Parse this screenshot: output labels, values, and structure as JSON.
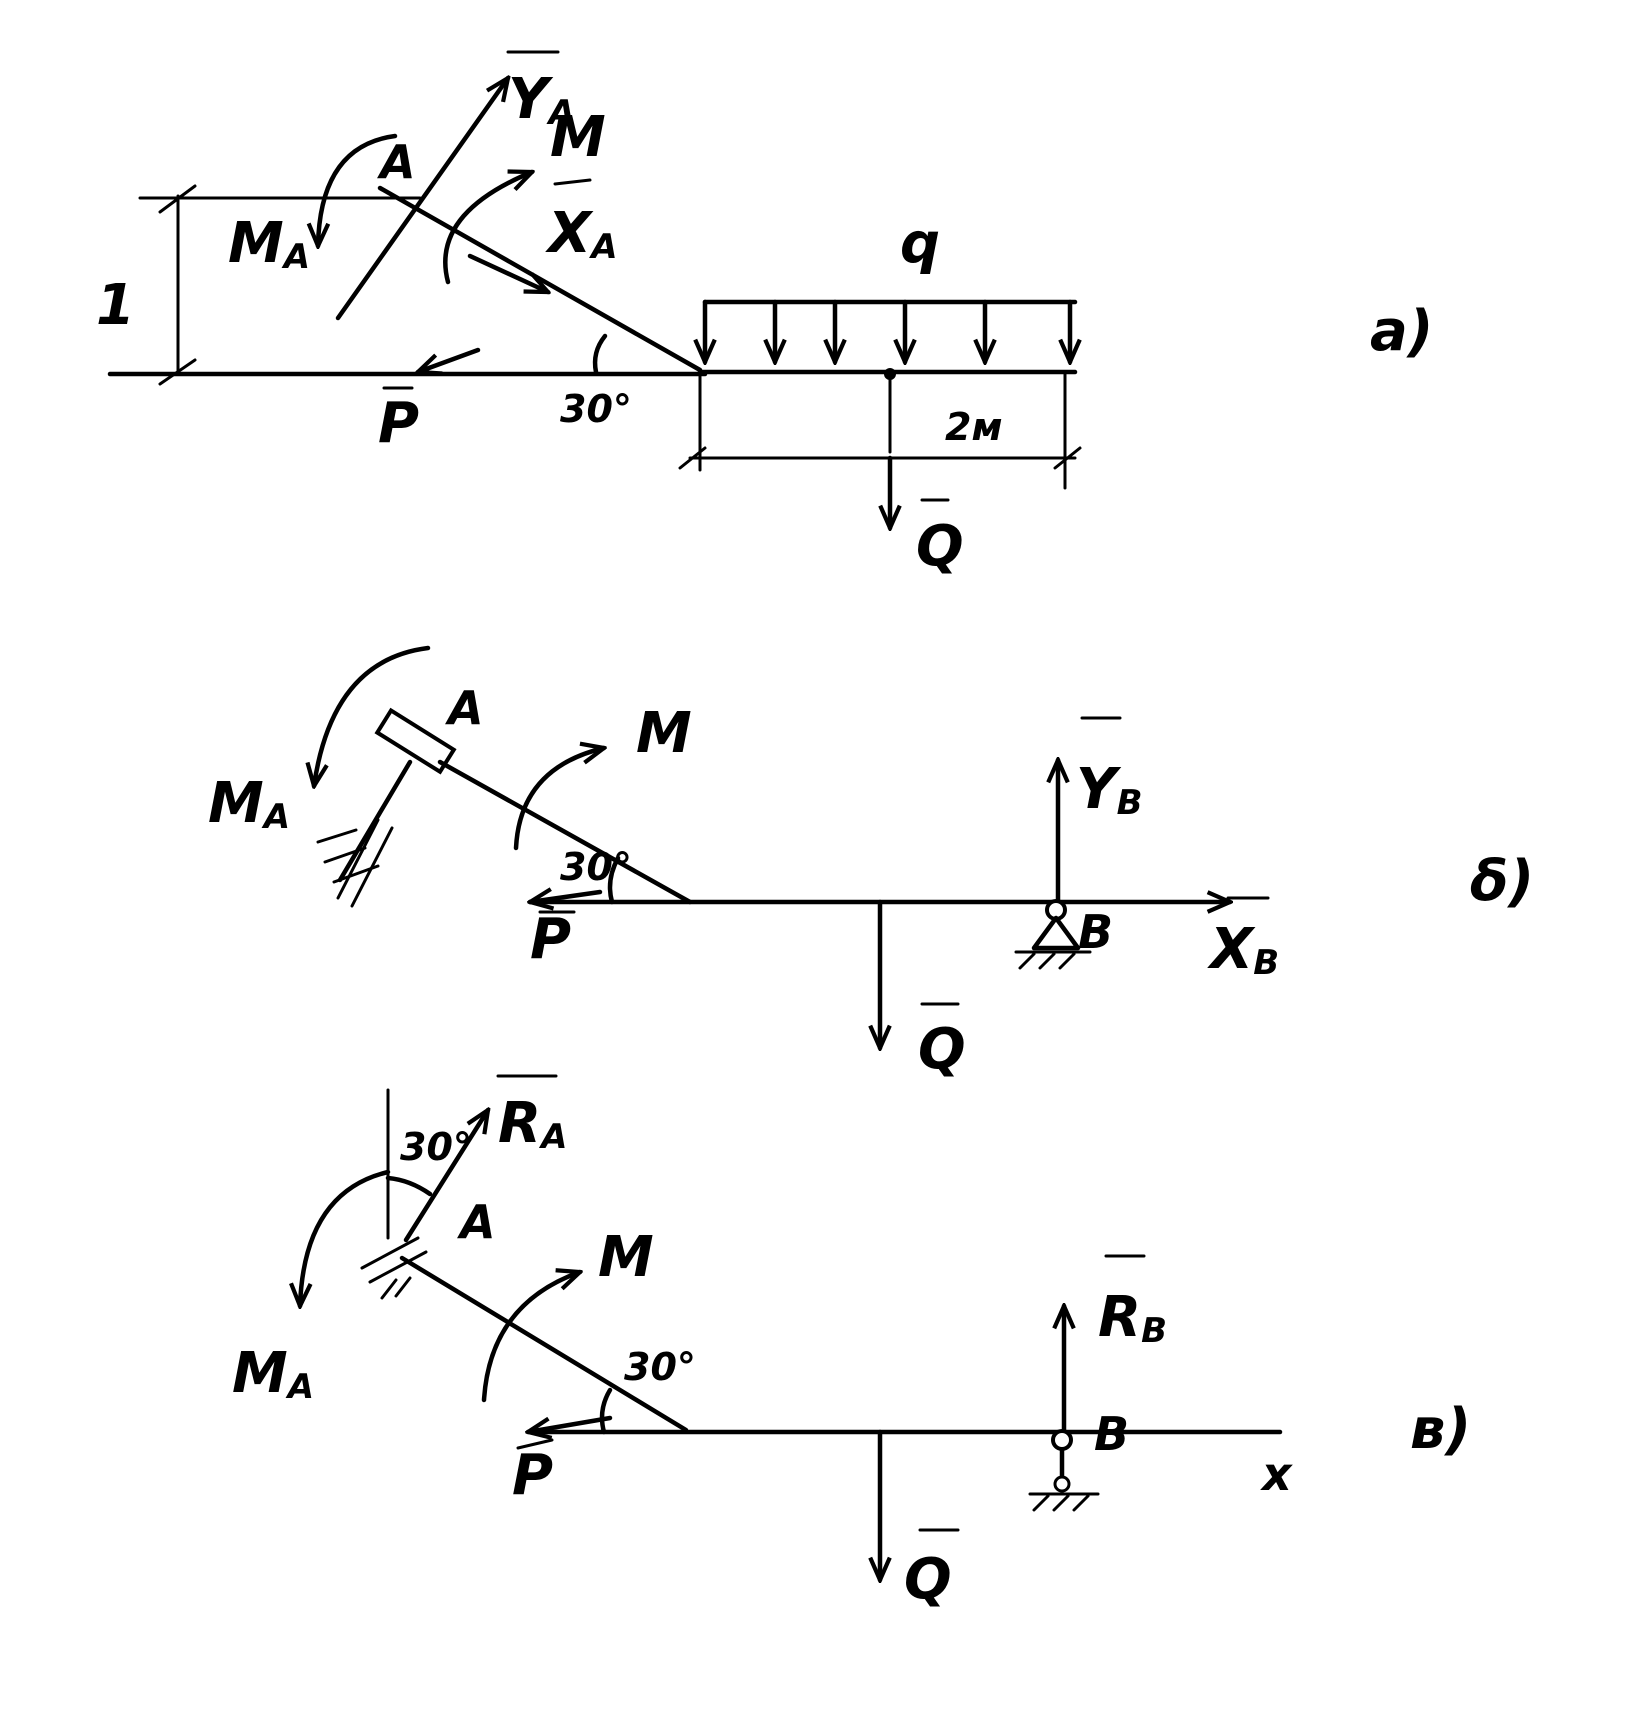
{
  "panels": {
    "a": {
      "panel_label": "a)",
      "reactions": {
        "ya": "Y",
        "ya_sub": "A",
        "xa": "X",
        "xa_sub": "A",
        "ma": "M",
        "ma_sub": "A"
      },
      "moment": "M",
      "load_q": "q",
      "force_p": "P",
      "force_q": "Q",
      "dim_height": "1",
      "angle": "30°",
      "dim_length": "2м",
      "point": "A"
    },
    "b": {
      "panel_label": "δ)",
      "point_a": "A",
      "point_b": "B",
      "moment": "M",
      "ma": "M",
      "ma_sub": "A",
      "yb": "Y",
      "yb_sub": "B",
      "xb": "X",
      "xb_sub": "B",
      "angle": "30°",
      "force_p": "P",
      "force_q": "Q"
    },
    "c": {
      "panel_label": "в)",
      "point_a": "A",
      "point_b": "B",
      "moment": "M",
      "ma": "M",
      "ma_sub": "A",
      "ra": "R",
      "ra_sub": "A",
      "rb": "R",
      "rb_sub": "B",
      "angle": "30°",
      "angle_top": "30°",
      "force_p": "P",
      "force_q": "Q",
      "axis_x": "x"
    }
  }
}
